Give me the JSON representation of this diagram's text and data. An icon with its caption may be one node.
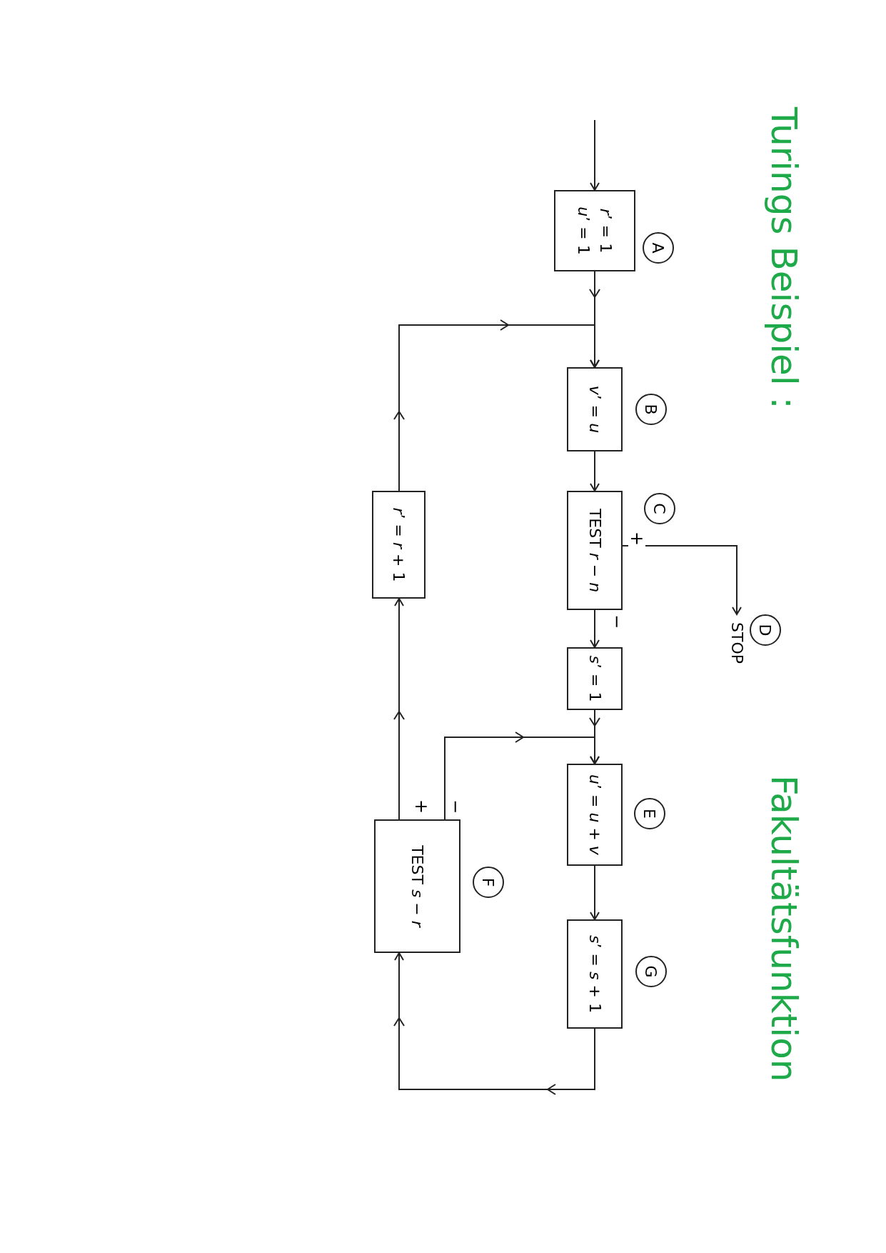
{
  "diagram": {
    "title": "Turings Beispiel :",
    "nodes": [
      {
        "text": [
          "*r*’ = 1",
          "*u*’ = 1"
        ],
        "beside": [
          "A"
        ]
      },
      {
        "text": [
          "*v*’ = *u*"
        ],
        "beside": [
          "B"
        ]
      },
      {
        "text": [
          "TEST *r* − *n*"
        ],
        "beside": [
          "C"
        ]
      },
      {
        "text": [
          "STOP"
        ],
        "beside": [
          "D"
        ]
      },
      {
        "text": [
          "*s*’ = 1"
        ]
      },
      {
        "text": [
          "*u*’ = *u* + *v*"
        ],
        "beside": [
          "E"
        ]
      },
      {
        "text": [
          "*s*’ = *s* + 1"
        ],
        "beside": [
          "G"
        ]
      },
      {
        "text": [
          "TEST *s* − *r*"
        ],
        "beside": [
          "F"
        ]
      },
      {
        "text": [
          "*r*’ = *r* + 1"
        ]
      }
    ],
    "edges": [
      {
        "from": null,
        "to": 0,
        "arrow": "to"
      },
      {
        "from": 0,
        "to": 1,
        "arrow": "to"
      },
      {
        "from": 1,
        "to": 2,
        "arrow": "to"
      },
      {
        "from": 2,
        "to": 3,
        "arrow": "to",
        "label": "+"
      },
      {
        "from": 2,
        "to": 4,
        "arrow": "to",
        "label": "−"
      },
      {
        "from": 4,
        "to": 5,
        "arrow": "to"
      },
      {
        "from": 5,
        "to": 6,
        "arrow": "to"
      },
      {
        "from": 6,
        "to": 7,
        "arrow": "to"
      },
      {
        "from": 7,
        "to": 8,
        "arrow": "to",
        "label": "+"
      },
      {
        "from": 7,
        "to": 5,
        "arrow": "to",
        "label": "−"
      },
      {
        "from": 8,
        "to": 1,
        "arrow": "to"
      }
    ],
    "labels": [
      "Fakultätsfunktion"
    ]
  }
}
